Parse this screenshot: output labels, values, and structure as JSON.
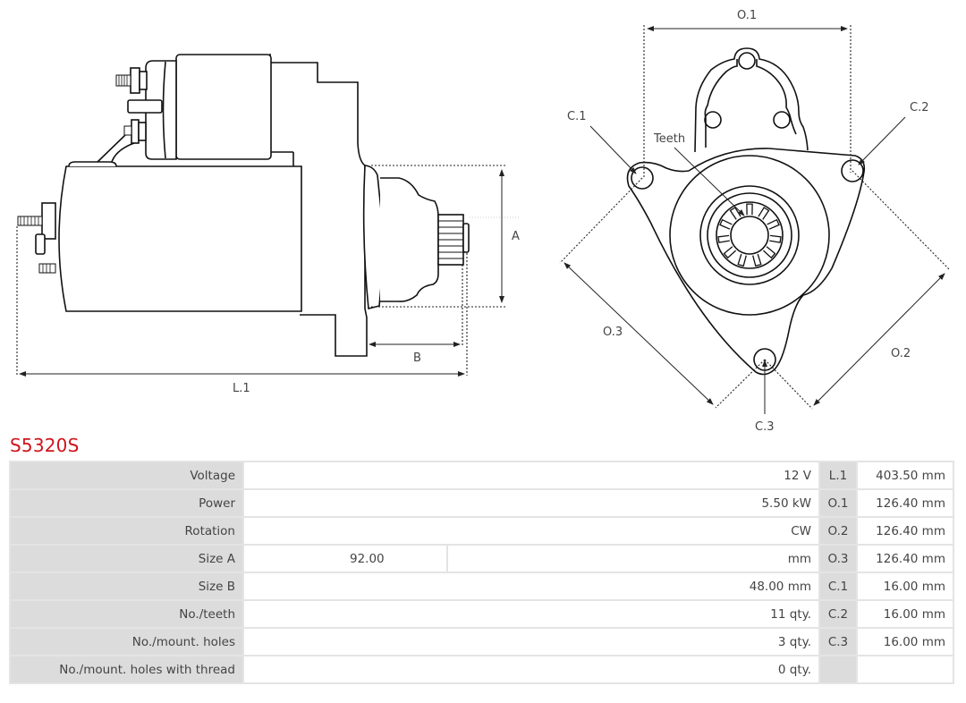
{
  "part_number": "S5320S",
  "drawing": {
    "side_view_labels": {
      "A": "A",
      "B": "B",
      "L1": "L.1"
    },
    "front_view_labels": {
      "O1": "O.1",
      "O2": "O.2",
      "O3": "O.3",
      "C1": "C.1",
      "C2": "C.2",
      "C3": "C.3",
      "teeth": "Teeth"
    }
  },
  "specs": [
    {
      "label": "Voltage",
      "value": "12 V",
      "code": "L.1",
      "dim_value": "403.50 mm"
    },
    {
      "label": "Power",
      "value": "5.50 kW",
      "code": "O.1",
      "dim_value": "126.40 mm"
    },
    {
      "label": "Rotation",
      "value": "CW",
      "code": "O.2",
      "dim_value": "126.40 mm"
    },
    {
      "label": "Size A",
      "value_left": "92.00",
      "value": "mm",
      "code": "O.3",
      "dim_value": "126.40 mm"
    },
    {
      "label": "Size B",
      "value": "48.00 mm",
      "code": "C.1",
      "dim_value": "16.00 mm"
    },
    {
      "label": "No./teeth",
      "value": "11 qty.",
      "code": "C.2",
      "dim_value": "16.00 mm"
    },
    {
      "label": "No./mount. holes",
      "value": "3 qty.",
      "code": "C.3",
      "dim_value": "16.00 mm"
    },
    {
      "label": "No./mount. holes with thread",
      "value": "0 qty.",
      "code": "",
      "dim_value": ""
    }
  ],
  "colors": {
    "title": "#d0141c",
    "label_bg": "#dcdcdc",
    "grid": "#e4e4e4"
  }
}
